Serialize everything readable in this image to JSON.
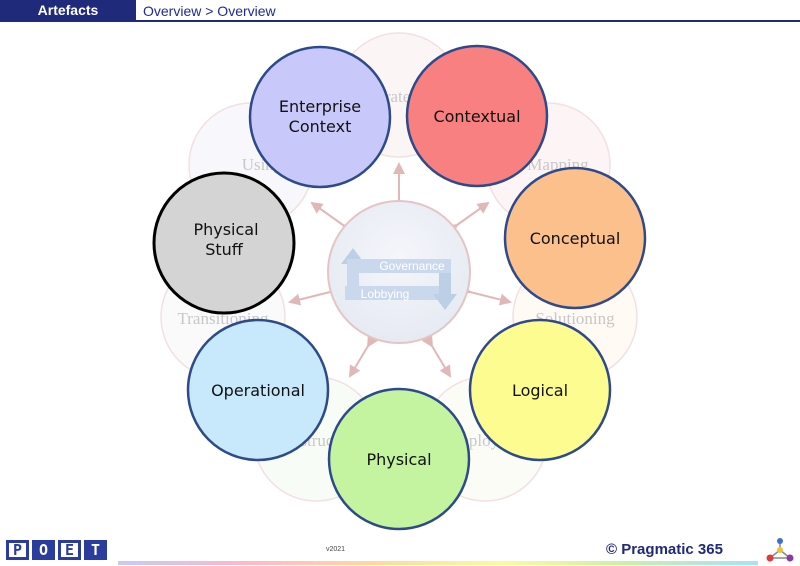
{
  "header": {
    "tab_label": "Artefacts",
    "breadcrumb": "Overview > Overview"
  },
  "diagram": {
    "center": {
      "top_label": "Governance",
      "bottom_label": "Lobbying"
    },
    "background_circles": [
      {
        "id": "strategy",
        "label": "Strategy"
      },
      {
        "id": "mapping",
        "label": "Mapping"
      },
      {
        "id": "solutioning",
        "label": "Solutioning"
      },
      {
        "id": "deploying",
        "label": "Deploying"
      },
      {
        "id": "constructing",
        "label": "Constructing"
      },
      {
        "id": "transitioning",
        "label": "Transitioning"
      },
      {
        "id": "using",
        "label": "Using"
      }
    ],
    "main_circles": [
      {
        "id": "enterprise-context",
        "line1": "Enterprise",
        "line2": "Context",
        "fill": "#c8c8fa",
        "stroke": "#2e4a8a"
      },
      {
        "id": "contextual",
        "line1": "Contextual",
        "line2": "",
        "fill": "#f88080",
        "stroke": "#2e4a8a"
      },
      {
        "id": "conceptual",
        "line1": "Conceptual",
        "line2": "",
        "fill": "#fcc08c",
        "stroke": "#2e4a8a"
      },
      {
        "id": "logical",
        "line1": "Logical",
        "line2": "",
        "fill": "#fcfc90",
        "stroke": "#2e4a8a"
      },
      {
        "id": "physical",
        "line1": "Physical",
        "line2": "",
        "fill": "#c4f4a0",
        "stroke": "#2e4a8a"
      },
      {
        "id": "operational",
        "line1": "Operational",
        "line2": "",
        "fill": "#c8e8fc",
        "stroke": "#2e4a8a"
      },
      {
        "id": "physical-stuff",
        "line1": "Physical",
        "line2": "Stuff",
        "fill": "#d4d4d4",
        "stroke": "#000000"
      }
    ]
  },
  "footer": {
    "logo_letters": [
      "P",
      "O",
      "E",
      "T"
    ],
    "version": "v2021",
    "brand": "© Pragmatic 365"
  }
}
